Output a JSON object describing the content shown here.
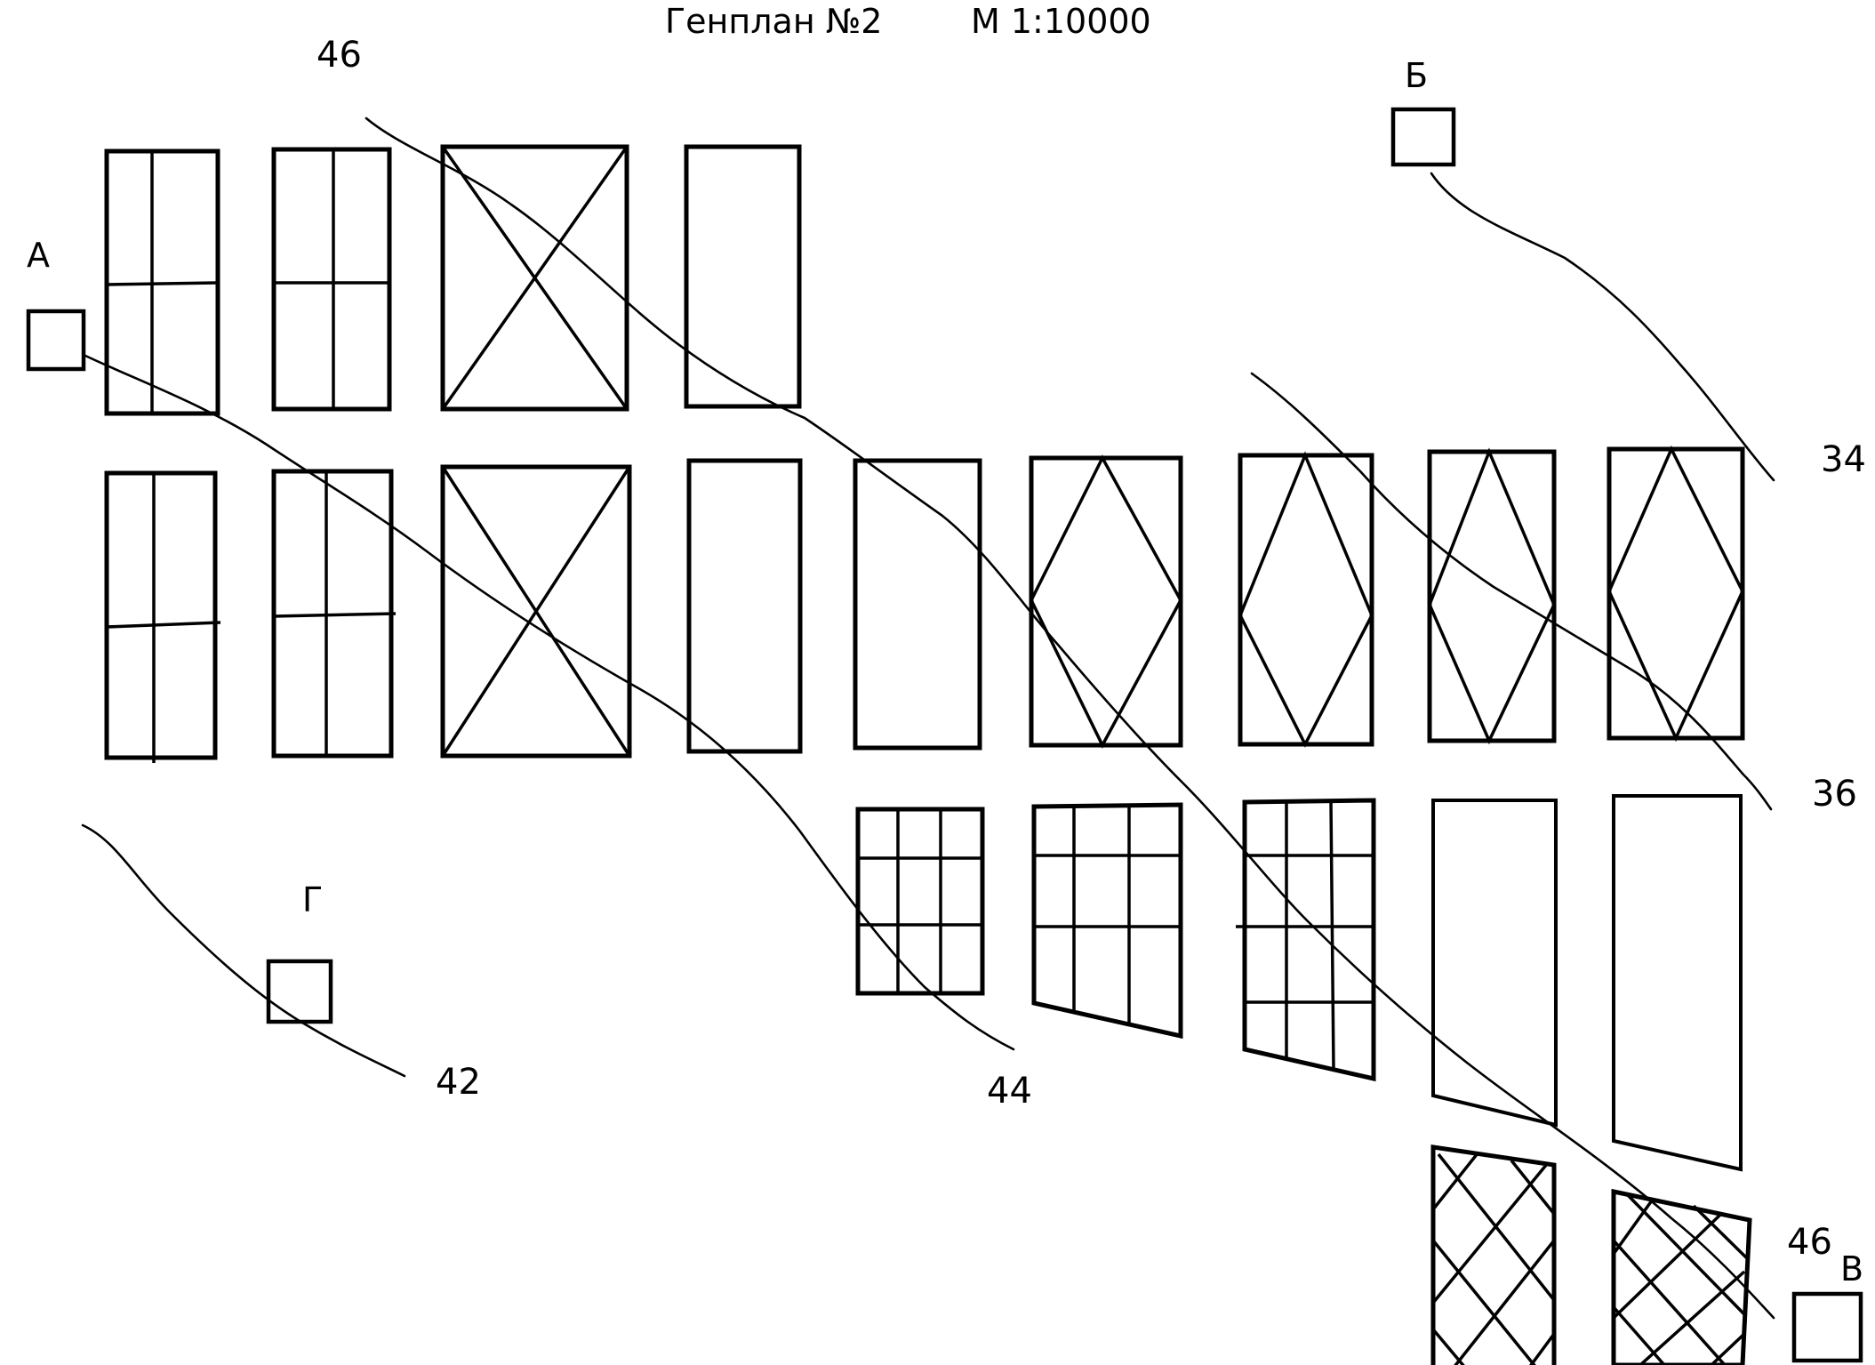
{
  "title": {
    "plan": "Генплан №2",
    "scale": "М 1:10000"
  },
  "contour_labels": {
    "c46_top": "46",
    "c34": "34",
    "c36": "36",
    "c42": "42",
    "c44": "44",
    "c46_bottom": "46"
  },
  "points": {
    "a": "А",
    "b": "Б",
    "v": "В",
    "g": "Г"
  }
}
